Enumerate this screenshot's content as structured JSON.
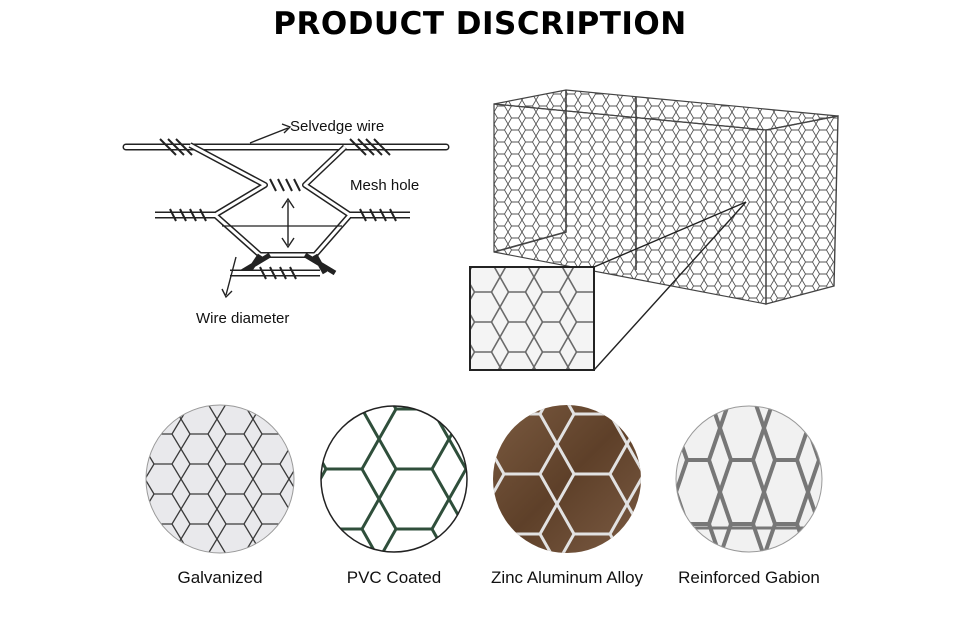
{
  "title": "PRODUCT DISCRIPTION",
  "diagram": {
    "selvedge_label": "Selvedge wire",
    "mesh_label": "Mesh hole",
    "wire_label": "Wire diameter"
  },
  "types": [
    {
      "label": "Galvanized",
      "icon": "galvanized-mesh-sample"
    },
    {
      "label": "PVC Coated",
      "icon": "pvc-coated-mesh-sample"
    },
    {
      "label": "Zinc Aluminum Alloy",
      "icon": "zinc-aluminum-mesh-sample"
    },
    {
      "label": "Reinforced Gabion",
      "icon": "reinforced-gabion-mesh-sample"
    }
  ],
  "colors": {
    "galvanized_bg": "#e9e9ec",
    "pvc_wire": "#2f4f3b",
    "zinc_bg": "#6b4a32",
    "reinforced_bg": "#f1f1f1"
  }
}
